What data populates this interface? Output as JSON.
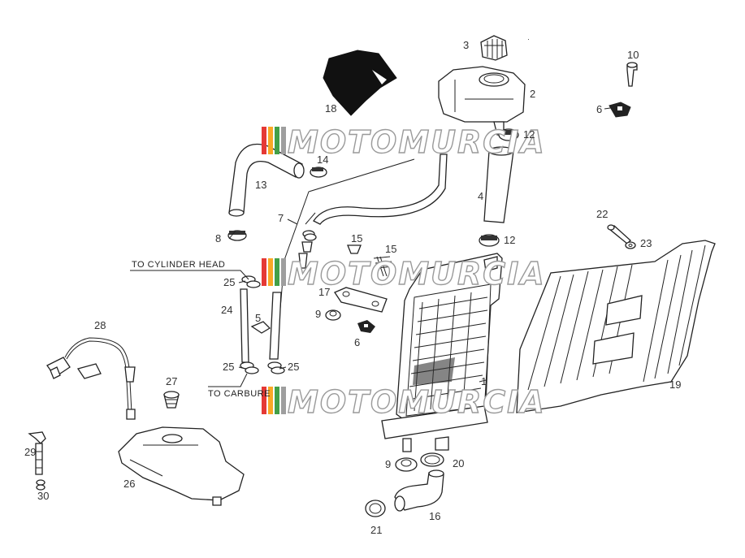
{
  "parts": [
    {
      "id": "p1",
      "label": "1"
    },
    {
      "id": "p2",
      "label": "2"
    },
    {
      "id": "p3",
      "label": "3"
    },
    {
      "id": "p4",
      "label": "4"
    },
    {
      "id": "p5",
      "label": "5"
    },
    {
      "id": "p6a",
      "label": "6"
    },
    {
      "id": "p6b",
      "label": "6"
    },
    {
      "id": "p7",
      "label": "7"
    },
    {
      "id": "p8",
      "label": "8"
    },
    {
      "id": "p9a",
      "label": "9"
    },
    {
      "id": "p9b",
      "label": "9"
    },
    {
      "id": "p10",
      "label": "10"
    },
    {
      "id": "p12a",
      "label": "12"
    },
    {
      "id": "p12b",
      "label": "12"
    },
    {
      "id": "p13",
      "label": "13"
    },
    {
      "id": "p14",
      "label": "14"
    },
    {
      "id": "p15a",
      "label": "15"
    },
    {
      "id": "p15b",
      "label": "15"
    },
    {
      "id": "p16",
      "label": "16"
    },
    {
      "id": "p17",
      "label": "17"
    },
    {
      "id": "p18",
      "label": "18"
    },
    {
      "id": "p19",
      "label": "19"
    },
    {
      "id": "p20",
      "label": "20"
    },
    {
      "id": "p21",
      "label": "21"
    },
    {
      "id": "p22",
      "label": "22"
    },
    {
      "id": "p23",
      "label": "23"
    },
    {
      "id": "p24",
      "label": "24"
    },
    {
      "id": "p25a",
      "label": "25"
    },
    {
      "id": "p25b",
      "label": "25"
    },
    {
      "id": "p25c",
      "label": "25"
    },
    {
      "id": "p26",
      "label": "26"
    },
    {
      "id": "p27",
      "label": "27"
    },
    {
      "id": "p28",
      "label": "28"
    },
    {
      "id": "p29",
      "label": "29"
    },
    {
      "id": "p30",
      "label": "30"
    }
  ],
  "captions": {
    "to_cylinder_head": "TO CYLINDER HEAD",
    "to_carburetor": "TO CARBURE"
  },
  "watermark": "MOTOMURCIA",
  "colors": {
    "line": "#222222",
    "watermark_stripes": [
      "#e53935",
      "#f9a825",
      "#43a047",
      "#9e9e9e"
    ]
  }
}
